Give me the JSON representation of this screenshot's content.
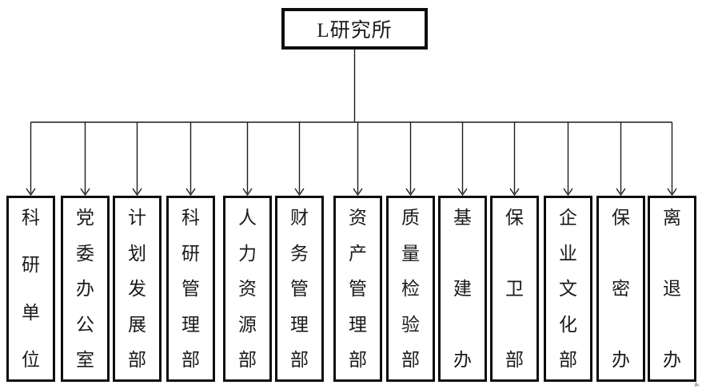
{
  "root": {
    "label": "L研究所"
  },
  "departments": [
    {
      "label": "科研单位"
    },
    {
      "label": "党委办公室"
    },
    {
      "label": "计划发展部"
    },
    {
      "label": "科研管理部"
    },
    {
      "label": "人力资源部"
    },
    {
      "label": "财务管理部"
    },
    {
      "label": "资产管理部"
    },
    {
      "label": "质量检验部"
    },
    {
      "label": "基建办"
    },
    {
      "label": "保卫部"
    },
    {
      "label": "企业文化部"
    },
    {
      "label": "保密办"
    },
    {
      "label": "离退办"
    }
  ],
  "colors": {
    "line": "#1c1c1c",
    "box_border": "#0d0d0d",
    "background": "#ffffff",
    "text": "#1a1a1a"
  }
}
